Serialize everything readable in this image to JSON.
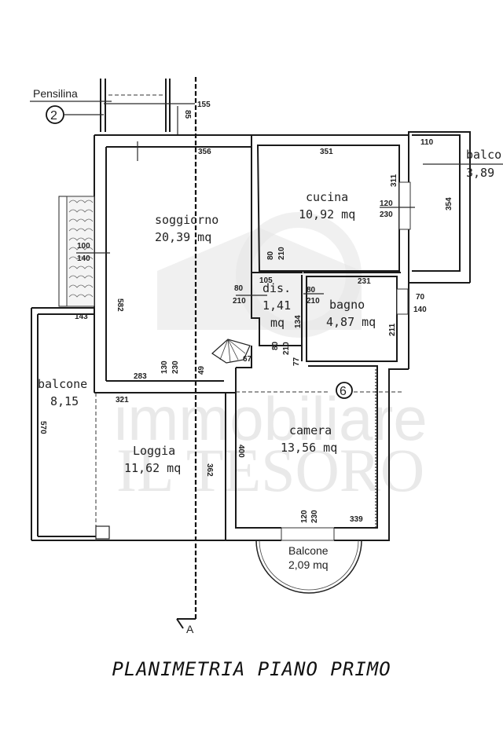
{
  "title": "PLANIMETRIA PIANO PRIMO",
  "watermark": {
    "line1": "immobiliare",
    "line2": "IL TESORO",
    "color": "#d8d8d8"
  },
  "rooms": {
    "soggiorno": {
      "name": "soggiorno",
      "area": "20,39 mq"
    },
    "cucina": {
      "name": "cucina",
      "area": "10,92 mq"
    },
    "balcone_right": {
      "name": "balco",
      "area": "3,89"
    },
    "dis": {
      "name": "dis.",
      "area": "1,41",
      "unit": "mq"
    },
    "bagno": {
      "name": "bagno",
      "area": "4,87 mq"
    },
    "balcone_left": {
      "name": "balcone",
      "area": "8,15"
    },
    "loggia": {
      "name": "Loggia",
      "area": "11,62 mq"
    },
    "camera": {
      "name": "camera",
      "area": "13,56 mq"
    },
    "balcone_small": {
      "name": "Balcone",
      "area": "2,09 mq"
    }
  },
  "annotations": {
    "pensilina": "Pensilina",
    "marker_2": "2",
    "marker_6": "6",
    "section_marker": "A"
  },
  "dimensions": {
    "d155": "155",
    "d85": "85",
    "d356": "356",
    "d351": "351",
    "d110": "110",
    "d311": "311",
    "d120a": "120",
    "d230a": "230",
    "d354": "354",
    "d100": "100",
    "d140a": "140",
    "d582": "582",
    "d80a": "80",
    "d210a": "210",
    "d105": "105",
    "d80b": "80",
    "d210b": "210",
    "d80c": "80",
    "d210c": "210",
    "d231": "231",
    "d70": "70",
    "d140b": "140",
    "d134": "134",
    "d211": "211",
    "d80d": "80",
    "d210d": "210",
    "d77": "77",
    "d67": "67",
    "d49": "49",
    "d143": "143",
    "d283": "283",
    "d130": "130",
    "d230b": "230",
    "d321": "321",
    "d570": "570",
    "d362": "362",
    "d400": "400",
    "d120b": "120",
    "d230c": "230",
    "d339": "339"
  }
}
